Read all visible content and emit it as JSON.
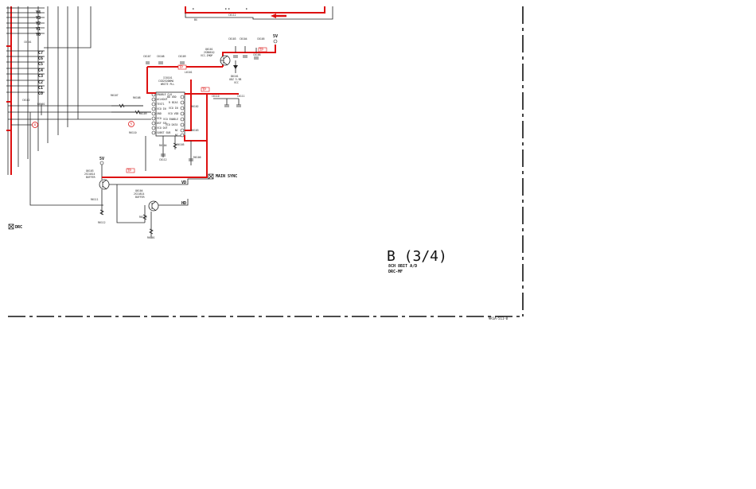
{
  "page_label": {
    "title": "B (3/4)",
    "line1": "8CH 8BIT A/D",
    "line2": "DRC-MF"
  },
  "sheet_ref": "9R1A-511-0",
  "connector_pins": [
    "Y4",
    "Y3",
    "Y2",
    "Y1",
    "Y0",
    "C7",
    "C6",
    "C5",
    "C4",
    "C3",
    "C2",
    "C1",
    "C0"
  ],
  "ic": {
    "ref": "IC6101",
    "part": "CXD2520NMA",
    "function": "WRITE PLL"
  },
  "ic_pins_left": [
    "ENABLE CLK",
    "ACLKOUT",
    "TEST1",
    "VCO IN",
    "GND",
    "VCO",
    "DSF SEL",
    "VCO OUT",
    "SUBST SUB"
  ],
  "ic_pins_right": [
    "BD VDD",
    "R BIAS",
    "VCO IN",
    "VCO VDD",
    "VCO ENABLE",
    "VCO DATA",
    "NC",
    "NC"
  ],
  "transistors": [
    {
      "ref": "Q6101",
      "part": "2SB661Q",
      "note": "VCC-IMOP"
    },
    {
      "ref": "Q6103",
      "part": "2SC4814",
      "note": "BUFFER"
    },
    {
      "ref": "Q6104",
      "part": "2SC4814",
      "note": "BUFFER"
    }
  ],
  "diode": {
    "ref": "D6101",
    "part": "UDZ 3.9B",
    "note": "VCC"
  },
  "net_labels": {
    "v5": "5V",
    "vd": "VD",
    "hd": "HD",
    "main_sync": "MAIN SYNC",
    "drc": "DRC"
  },
  "test_points": [
    "TP",
    "TP",
    "TP"
  ],
  "markers": [
    "4",
    "5"
  ],
  "components": [
    "C6101",
    "C6102",
    "C6103",
    "C6104",
    "C6105",
    "C6106",
    "C6107",
    "C6108",
    "C6109",
    "C6110",
    "C6111",
    "C6112",
    "R6101",
    "R6102",
    "R6103",
    "R6104",
    "R6105",
    "R6106",
    "R6107",
    "R6108",
    "R6109",
    "R6110",
    "R6111",
    "R6112",
    "R6113",
    "L6101"
  ]
}
